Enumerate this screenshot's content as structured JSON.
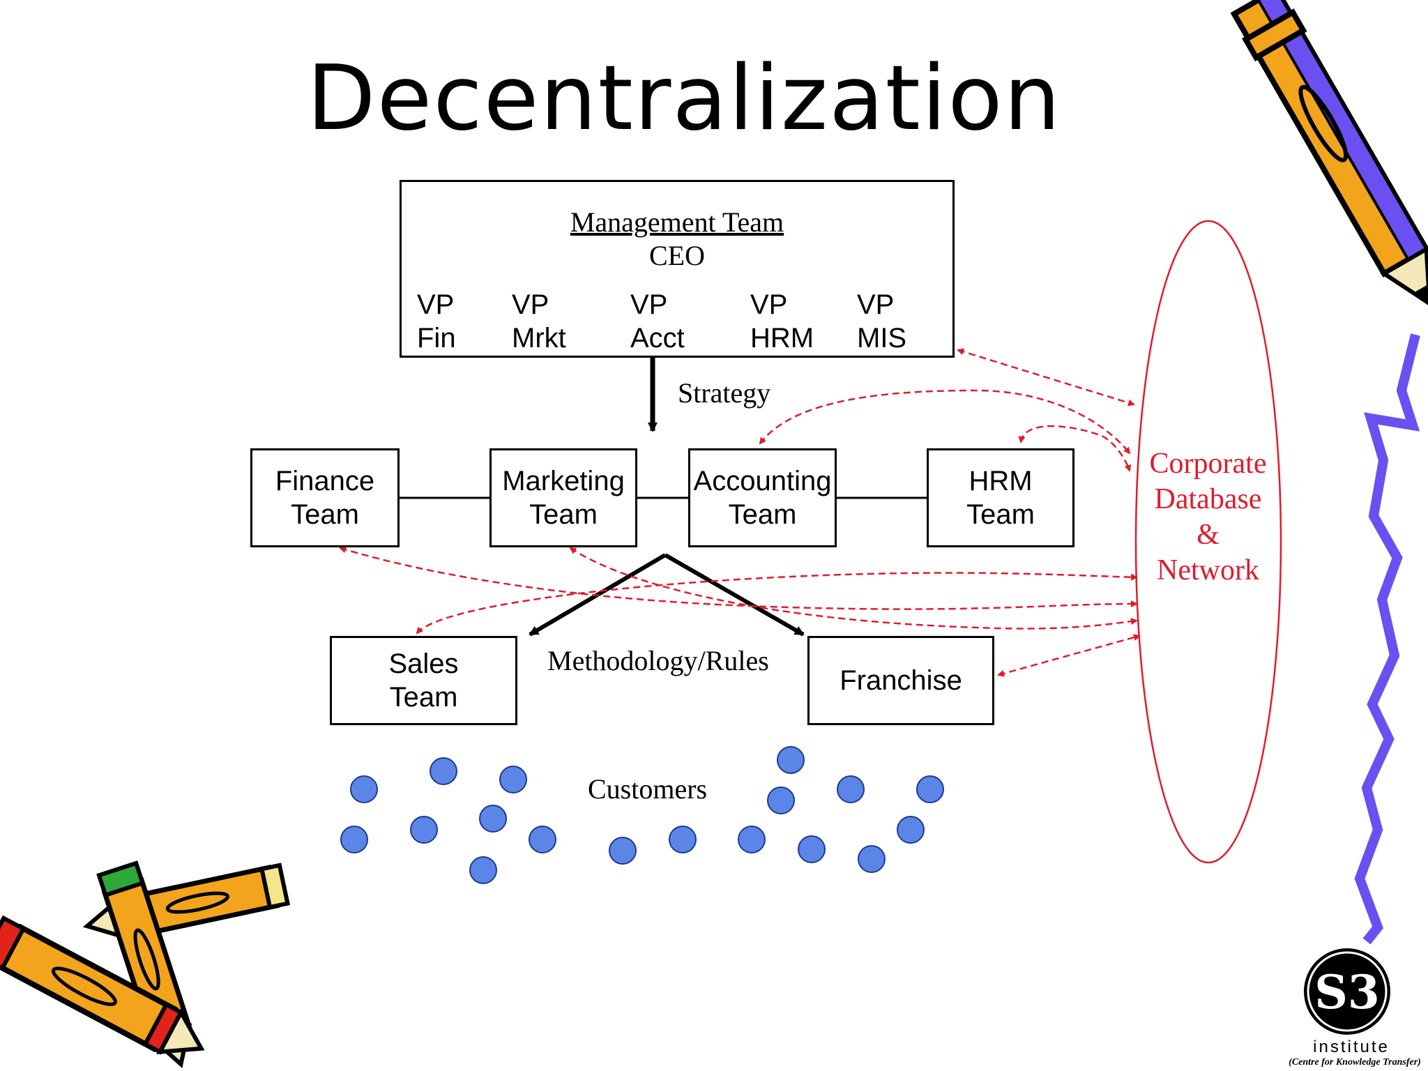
{
  "title": "Decentralization",
  "management": {
    "heading": "Management Team",
    "ceo": "CEO",
    "vps": [
      {
        "line1": "VP",
        "line2": "Fin"
      },
      {
        "line1": "VP",
        "line2": "Mrkt"
      },
      {
        "line1": "VP",
        "line2": "Acct"
      },
      {
        "line1": "VP",
        "line2": "HRM"
      },
      {
        "line1": "VP",
        "line2": "MIS"
      }
    ]
  },
  "labels": {
    "strategy": "Strategy",
    "methodology": "Methodology/Rules",
    "customers": "Customers"
  },
  "teams": {
    "finance": {
      "line1": "Finance",
      "line2": "Team"
    },
    "marketing": {
      "line1": "Marketing",
      "line2": "Team"
    },
    "accounting": {
      "line1": "Accounting",
      "line2": "Team"
    },
    "hrm": {
      "line1": "HRM",
      "line2": "Team"
    },
    "sales": {
      "line1": "Sales",
      "line2": "Team"
    },
    "franchise": {
      "line1": "Franchise"
    }
  },
  "database": {
    "line1": "Corporate",
    "line2": "Database",
    "line3": "&",
    "line4": "Network"
  },
  "logo": {
    "mark": "S3",
    "name": "institute",
    "tagline": "(Centre for Knowledge Transfer)"
  },
  "colors": {
    "link_red": "#e21a2c",
    "customer_blue": "#5b86e8",
    "pencil_orange": "#f2a41c",
    "pencil_purple": "#6b4ff0",
    "squiggle_purple": "#6b4ff0"
  }
}
